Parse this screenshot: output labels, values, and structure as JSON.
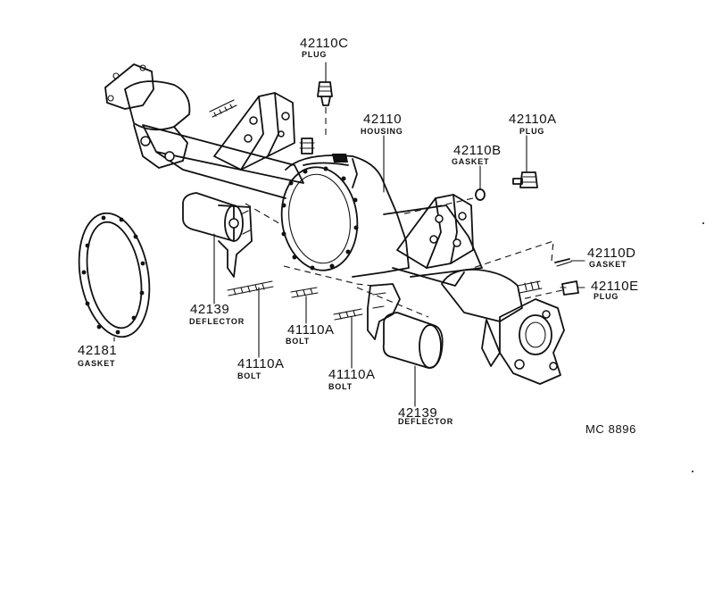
{
  "parts": [
    {
      "id": "plug-c",
      "number": "42110C",
      "name": "PLUG"
    },
    {
      "id": "housing",
      "number": "42110",
      "name": "HOUSING"
    },
    {
      "id": "plug-a",
      "number": "42110A",
      "name": "PLUG"
    },
    {
      "id": "gasket-b",
      "number": "42110B",
      "name": "GASKET"
    },
    {
      "id": "gasket-d",
      "number": "42110D",
      "name": "GASKET"
    },
    {
      "id": "plug-e",
      "number": "42110E",
      "name": "PLUG"
    },
    {
      "id": "deflector-left",
      "number": "42139",
      "name": "DEFLECTOR"
    },
    {
      "id": "bolt-center",
      "number": "41110A",
      "name": "BOLT"
    },
    {
      "id": "gasket-cover",
      "number": "42181",
      "name": "GASKET"
    },
    {
      "id": "bolt-left",
      "number": "41110A",
      "name": "BOLT"
    },
    {
      "id": "bolt-right",
      "number": "41110A",
      "name": "BOLT"
    },
    {
      "id": "deflector-right",
      "number": "42139",
      "name": "DEFLECTOR"
    }
  ],
  "catalog_code": "MC 8896"
}
